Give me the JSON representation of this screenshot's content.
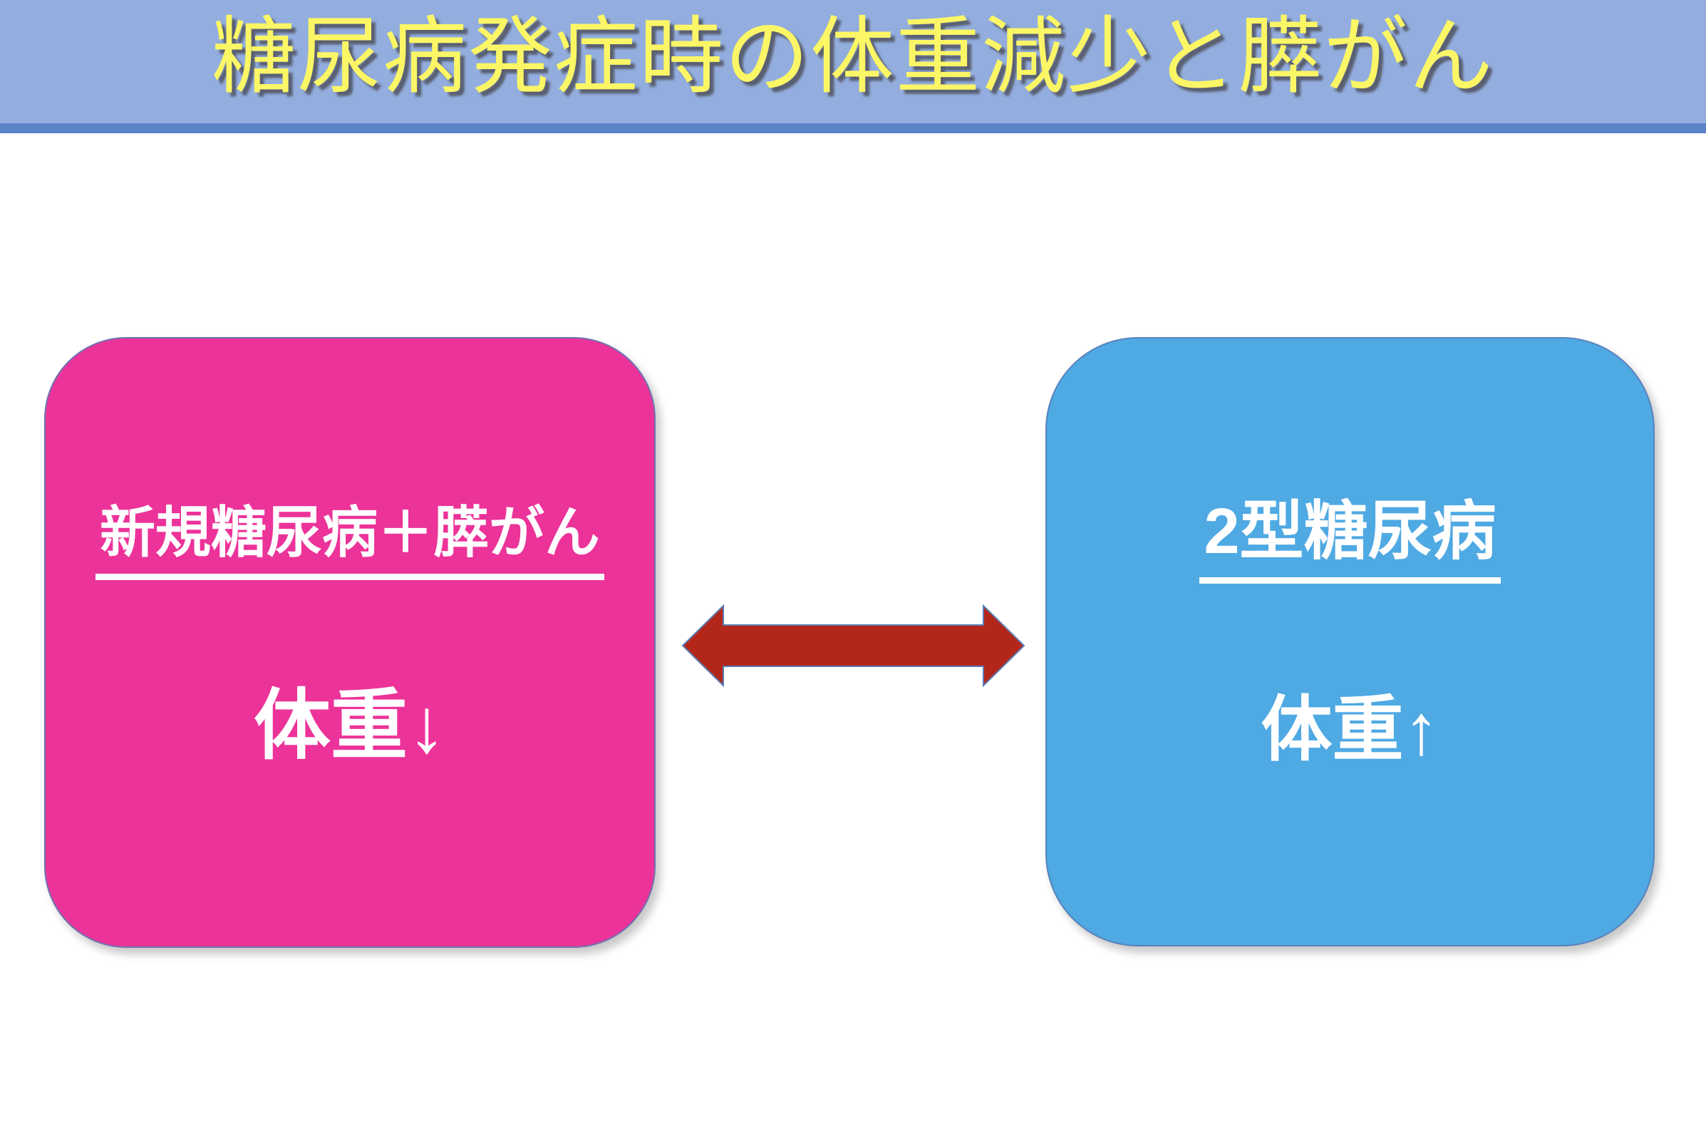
{
  "slide": {
    "title": "糖尿病発症時の体重減少と膵がん"
  },
  "left_box": {
    "heading": "新規糖尿病＋膵がん",
    "value": "体重↓"
  },
  "right_box": {
    "heading": "2型糖尿病",
    "value": "体重↑"
  },
  "arrow": {
    "type": "double-headed-horizontal-arrow"
  },
  "colors": {
    "header_bg": "#93AEDE",
    "header_border": "#5B83C8",
    "title_yellow": "#FBF665",
    "left_box_bg": "#EC3399",
    "right_box_bg": "#4FA9E3",
    "arrow_red": "#B2271A",
    "box_outline": "#5B7CB5",
    "text_white": "#FFFFFF"
  }
}
